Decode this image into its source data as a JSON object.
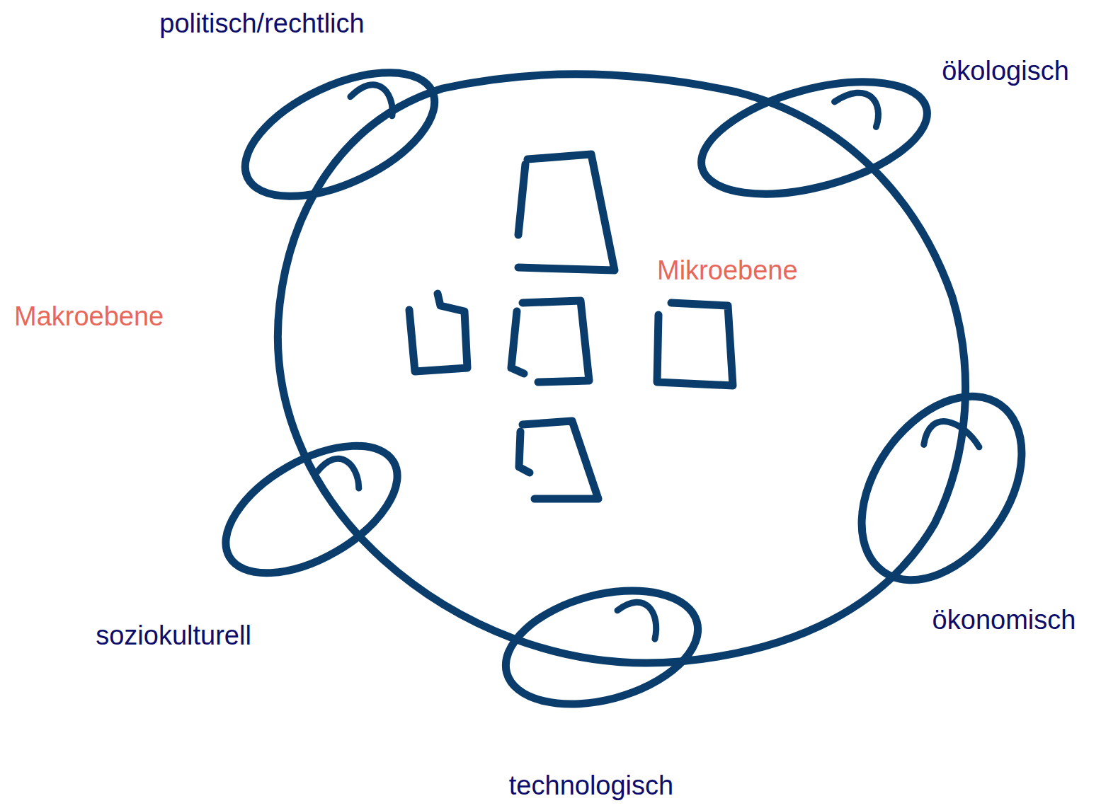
{
  "diagram": {
    "nodes": [
      {
        "text": [
          "politisch/rechtlich"
        ]
      },
      {
        "text": [
          "ökologisch"
        ]
      },
      {
        "text": [
          "ökonomisch"
        ]
      },
      {
        "text": [
          "soziokulturell"
        ]
      },
      {
        "text": [
          "technologisch"
        ]
      }
    ],
    "labels": [
      "Mikroebene",
      "Makroebene"
    ]
  }
}
